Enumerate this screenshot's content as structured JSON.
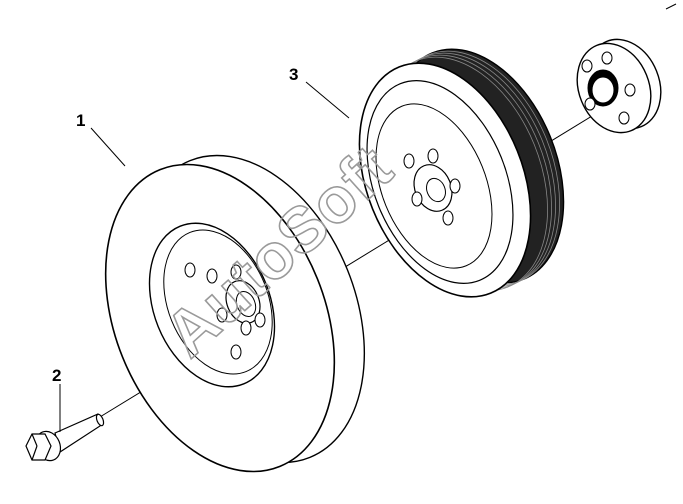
{
  "callouts": {
    "part_1": "1",
    "part_2": "2",
    "part_3": "3"
  },
  "watermark": "AutoSoft",
  "colors": {
    "line": "#000000",
    "background": "#ffffff",
    "belt_groove": "#222222",
    "watermark": "#9a9a9a"
  }
}
